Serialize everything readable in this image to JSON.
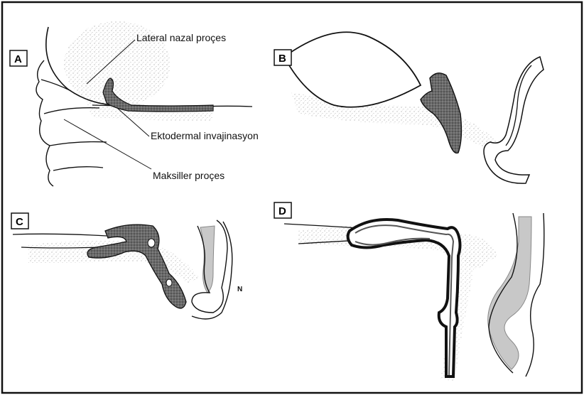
{
  "panels": {
    "A": {
      "letter": "A",
      "labels": {
        "lateral_nasal": "Lateral nazal proçes",
        "ectodermal": "Ektodermal invajinasyon",
        "maxillary": "Maksiller proçes"
      }
    },
    "B": {
      "letter": "B"
    },
    "C": {
      "letter": "C",
      "n_label": "N"
    },
    "D": {
      "letter": "D"
    }
  },
  "colors": {
    "outline": "#111111",
    "duct_fill": "#6e6e6e",
    "shaded_region": "#c8c8c8",
    "stipple": "#9a9a9a"
  }
}
